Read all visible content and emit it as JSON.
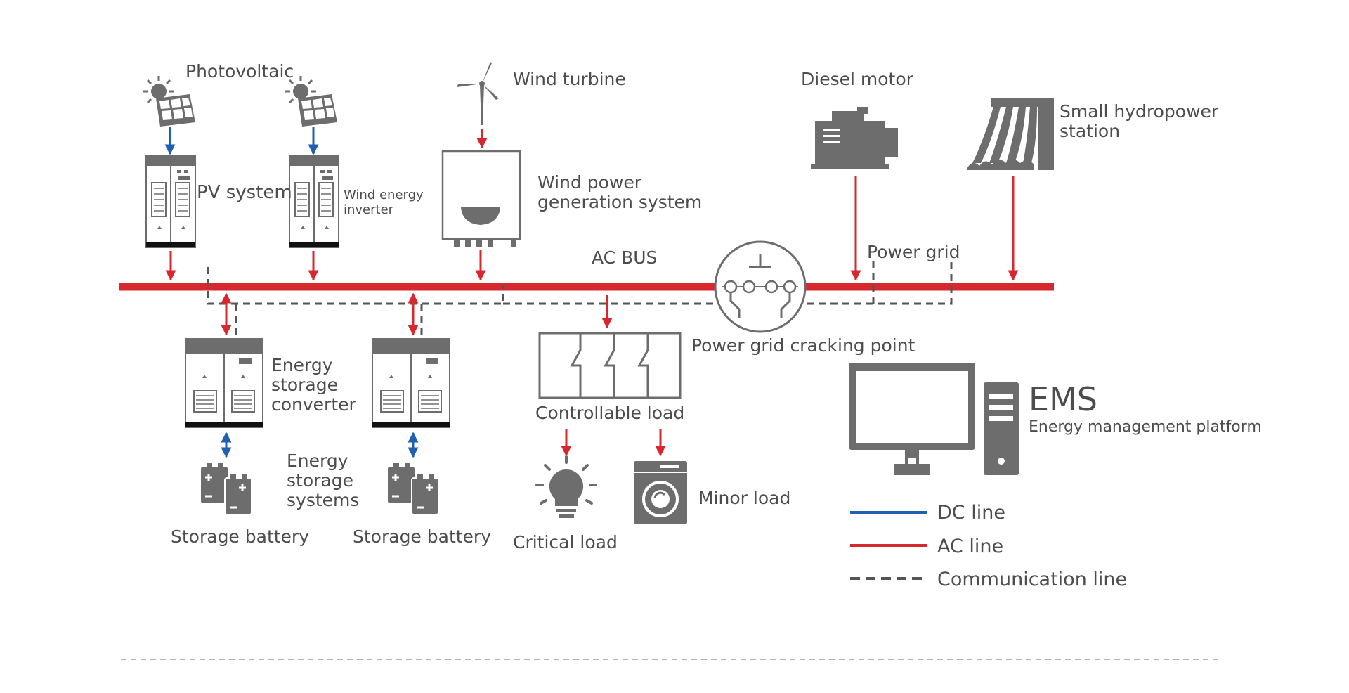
{
  "labels": {
    "photovoltaic": "Photovoltaic",
    "pv_system": "PV system",
    "wind_inverter_line1": "Wind energy",
    "wind_inverter_line2": "inverter",
    "wind_turbine": "Wind turbine",
    "wind_power_line1": "Wind power",
    "wind_power_line2": "generation system",
    "diesel_motor": "Diesel motor",
    "hydro_line1": "Small hydropower",
    "hydro_line2": "station",
    "ac_bus": "AC BUS",
    "power_grid": "Power grid",
    "cracking_point": "Power grid cracking point",
    "esc_line1": "Energy",
    "esc_line2": "storage",
    "esc_line3": "converter",
    "ess_line1": "Energy",
    "ess_line2": "storage",
    "ess_line3": "systems",
    "storage_battery_1": "Storage battery",
    "storage_battery_2": "Storage battery",
    "controllable_load": "Controllable load",
    "critical_load": "Critical load",
    "minor_load": "Minor load",
    "ems": "EMS",
    "ems_sub": "Energy management platform"
  },
  "legend": [
    {
      "label": "DC line",
      "color": "#1f5fb0",
      "style": "solid"
    },
    {
      "label": "AC line",
      "color": "#d7282f",
      "style": "solid"
    },
    {
      "label": "Communication line",
      "color": "#555555",
      "style": "dashed"
    }
  ],
  "colors": {
    "ac_line": "#d7282f",
    "dc_line": "#1f5fb0",
    "comm_line": "#555555",
    "device": "#6d6d6d",
    "text": "#4d4d4d"
  }
}
